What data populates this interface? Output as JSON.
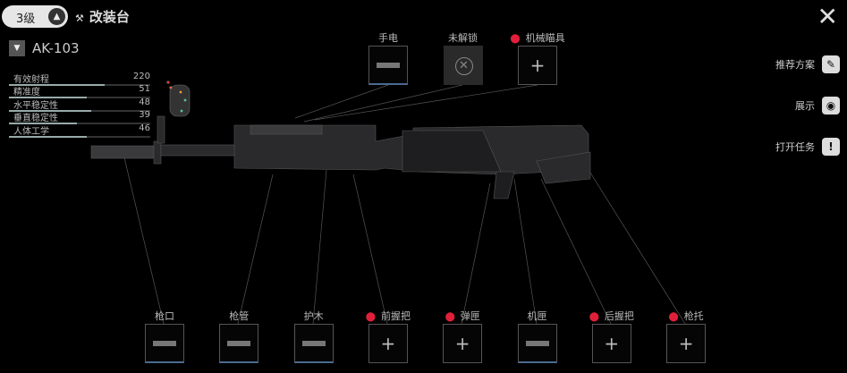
{
  "header": {
    "level": "3级",
    "level_up_icon": "arrow-up-icon",
    "title": "改装台",
    "close_icon": "close-icon"
  },
  "weapon": {
    "name": "AK-103"
  },
  "stats": [
    {
      "label": "有效射程",
      "value": "220",
      "fill": 0.68
    },
    {
      "label": "精准度",
      "value": "51",
      "fill": 0.55
    },
    {
      "label": "水平稳定性",
      "value": "48",
      "fill": 0.58
    },
    {
      "label": "垂直稳定性",
      "value": "39",
      "fill": 0.48
    },
    {
      "label": "人体工学",
      "value": "46",
      "fill": 0.55
    }
  ],
  "side_buttons": [
    {
      "label": "推荐方案",
      "icon": "plan-icon"
    },
    {
      "label": "展示",
      "icon": "eye-icon"
    },
    {
      "label": "打开任务",
      "icon": "task-icon"
    }
  ],
  "top_slots": [
    {
      "label": "手电",
      "state": "equipped",
      "alert": false
    },
    {
      "label": "未解锁",
      "state": "locked",
      "alert": false
    },
    {
      "label": "机械瞄具",
      "state": "empty",
      "alert": true
    }
  ],
  "bottom_slots": [
    {
      "label": "枪口",
      "state": "equipped",
      "alert": false
    },
    {
      "label": "枪管",
      "state": "equipped",
      "alert": false
    },
    {
      "label": "护木",
      "state": "equipped",
      "alert": false
    },
    {
      "label": "前握把",
      "state": "empty",
      "alert": true
    },
    {
      "label": "弹匣",
      "state": "empty",
      "alert": true
    },
    {
      "label": "机匣",
      "state": "equipped",
      "alert": false
    },
    {
      "label": "后握把",
      "state": "empty",
      "alert": true
    },
    {
      "label": "枪托",
      "state": "empty",
      "alert": true
    }
  ],
  "colors": {
    "alert": "#e0203a",
    "equipped_bar": "#4b6a90"
  }
}
